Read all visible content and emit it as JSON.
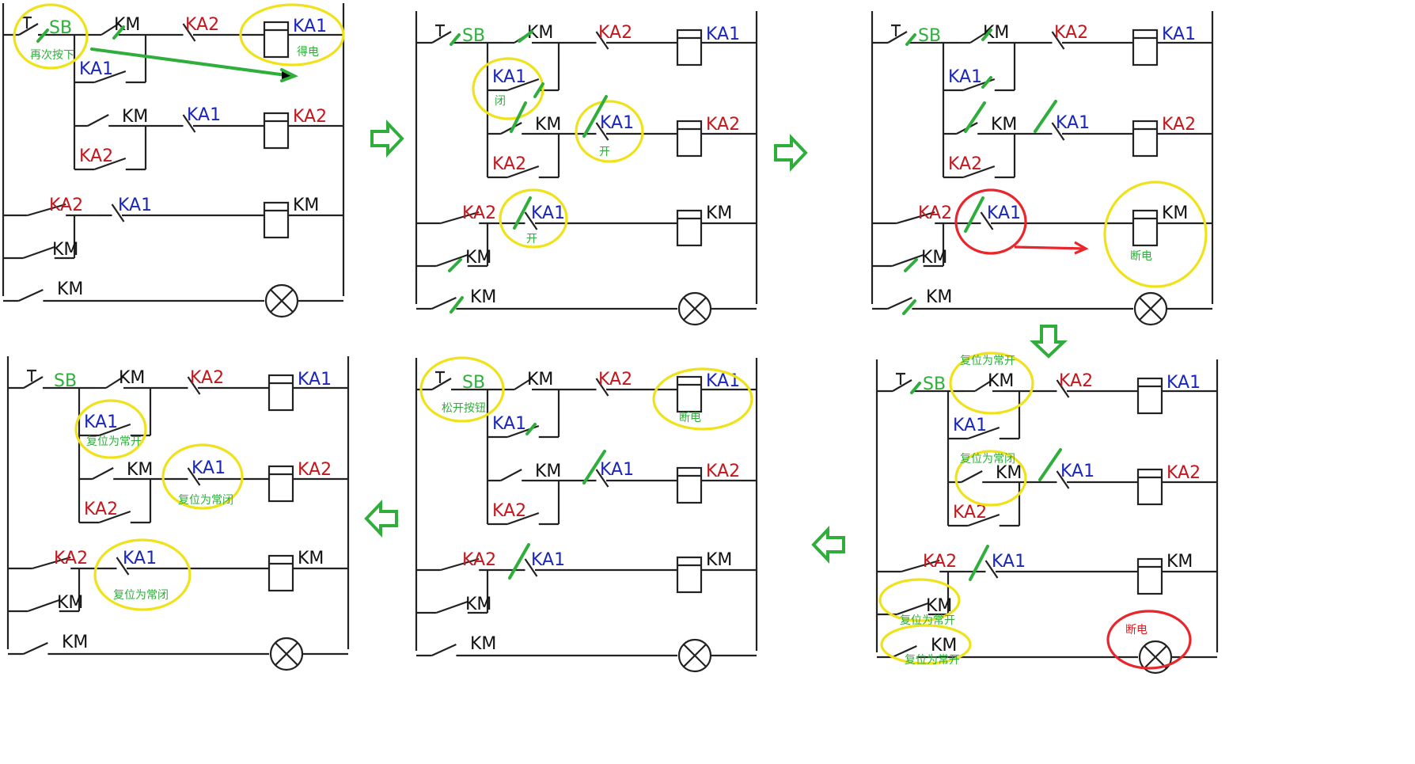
{
  "labels": {
    "sb": "SB",
    "km": "KM",
    "ka1": "KA1",
    "ka2": "KA2"
  },
  "colors": {
    "sb": "#2fae3c",
    "km": "#111111",
    "ka1": "#1a27b5",
    "ka2": "#c0181e",
    "note_green": "#2fae3c",
    "note_red": "#d81c22",
    "arrow": "#2fae3c"
  },
  "panels": [
    {
      "id": "p1",
      "notes": [
        "再次按下",
        "得电"
      ]
    },
    {
      "id": "p2",
      "notes": [
        "闭",
        "开",
        "开"
      ]
    },
    {
      "id": "p3",
      "notes": [
        "断电"
      ]
    },
    {
      "id": "p4",
      "notes": [
        "断电",
        "复位为常开",
        "复位为常闭",
        "复位为常开",
        "复位为常开"
      ]
    },
    {
      "id": "p5",
      "notes": [
        "松开按钮",
        "断电"
      ]
    },
    {
      "id": "p6",
      "notes": [
        "复位为常开",
        "复位为常闭",
        "复位为常闭"
      ]
    }
  ],
  "flow_arrows": [
    {
      "from": "p1",
      "to": "p2",
      "direction": "right"
    },
    {
      "from": "p2",
      "to": "p3",
      "direction": "right"
    },
    {
      "from": "p3",
      "to": "p4",
      "direction": "down"
    },
    {
      "from": "p4",
      "to": "p5",
      "direction": "left"
    },
    {
      "from": "p5",
      "to": "p6",
      "direction": "left"
    }
  ]
}
